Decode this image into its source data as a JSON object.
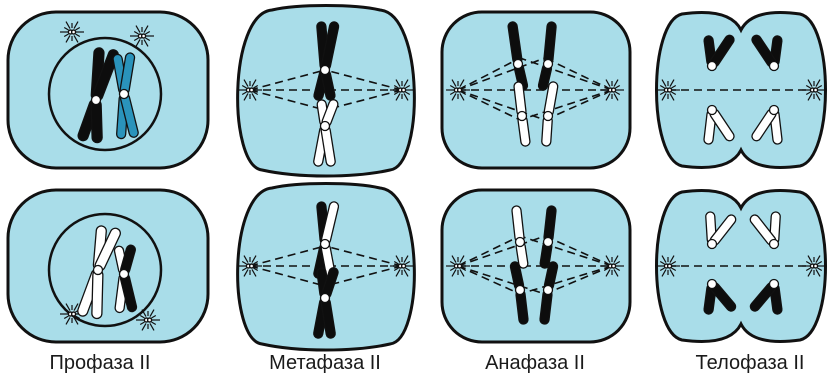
{
  "colors": {
    "cytoplasm": "#a9dde9",
    "outline": "#111111",
    "chromosome_dark": "#0d0d0d",
    "chromosome_light": "#ffffff",
    "chromosome_blue": "#2a93bb"
  },
  "phases": [
    {
      "label": "Профаза II"
    },
    {
      "label": "Метафаза II"
    },
    {
      "label": "Анафаза II"
    },
    {
      "label": "Телофаза II"
    }
  ]
}
